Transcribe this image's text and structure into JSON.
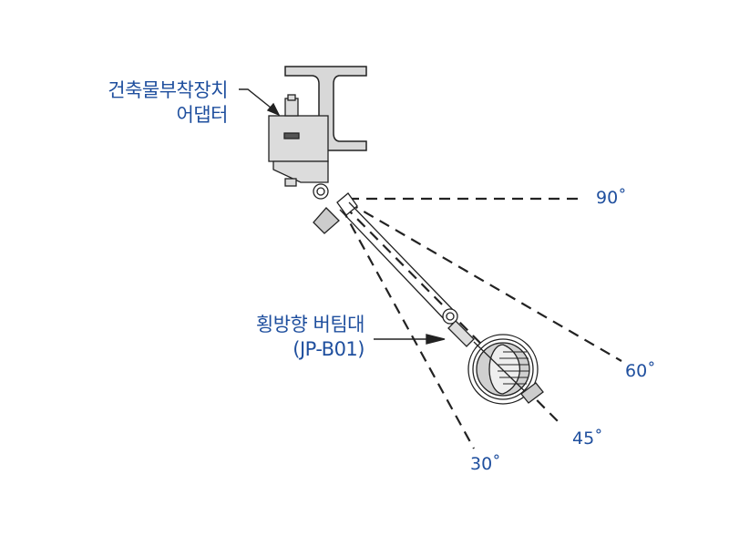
{
  "labels": {
    "adapter_line1": "건축물부착장치",
    "adapter_line2": "어댑터",
    "brace_line1": "횡방향 버팀대",
    "brace_line2": "(JP-B01)"
  },
  "angles": {
    "a90": "90˚",
    "a60": "60˚",
    "a45": "45˚",
    "a30": "30˚"
  },
  "colors": {
    "label": "#1f4f9e",
    "line": "#222222"
  }
}
